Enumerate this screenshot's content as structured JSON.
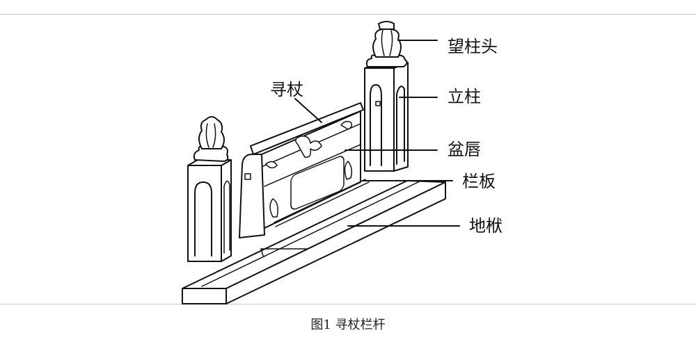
{
  "labels": {
    "wangzhutou": "望柱头",
    "lizhu": "立柱",
    "xunzhang": "寻杖",
    "penchun": "盆唇",
    "lanban": "栏板",
    "difu": "地栿"
  },
  "caption": "图1 寻杖栏杆"
}
